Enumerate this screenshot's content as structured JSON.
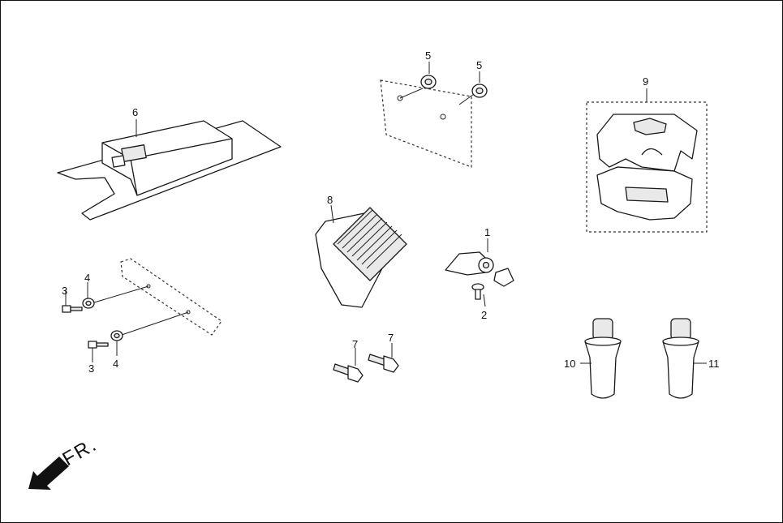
{
  "callouts": {
    "p1": "1",
    "p2": "2",
    "p3a": "3",
    "p3b": "3",
    "p4a": "4",
    "p4b": "4",
    "p5a": "5",
    "p5b": "5",
    "p6": "6",
    "p7a": "7",
    "p7b": "7",
    "p8": "8",
    "p9": "9",
    "p10": "10",
    "p11": "11"
  },
  "front_marker": {
    "label": "FR."
  }
}
